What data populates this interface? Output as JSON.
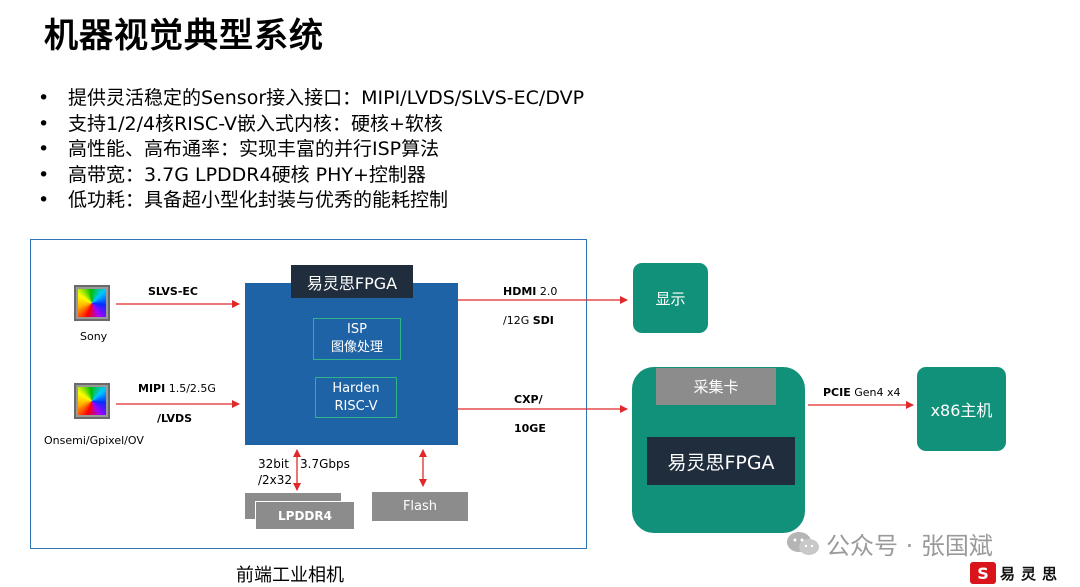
{
  "title": "机器视觉典型系统",
  "bullets": [
    "提供灵活稳定的Sensor接入接口：MIPI/LVDS/SLVS-EC/DVP",
    "支持1/2/4核RISC-V嵌入式内核：硬核+软核",
    "高性能、高布通率：实现丰富的并行ISP算法",
    "高带宽：3.7G LPDDR4硬核 PHY+控制器",
    "低功耗：具备超小型化封装与优秀的能耗控制"
  ],
  "diagram": {
    "sensor1_label": "Sony",
    "sensor2_label": "Onsemi/Gpixel/OV",
    "link1_label": "SLVS-EC",
    "link2_bold": "MIPI",
    "link2_rest": " 1.5/2.5G",
    "link2_line2": "/LVDS",
    "fpga_tag": "易灵思FPGA",
    "isp_line1": "ISP",
    "isp_line2": "图像处理",
    "riscv_line1": "Harden",
    "riscv_line2": "RISC-V",
    "mem_width_line1": "32bit",
    "mem_width_line2": "/2x32",
    "mem_speed": "3.7Gbps",
    "lpddr4": "LPDDR4",
    "flash": "Flash",
    "hdmi_bold": "HDMI",
    "hdmi_rest": " 2.0",
    "sdi_prefix": "/12G ",
    "sdi_bold": "SDI",
    "display": "显示",
    "cxp_line1": "CXP/",
    "cxp_line2": "10GE",
    "capture_card": "采集卡",
    "capture_fpga": "易灵思FPGA",
    "pcie_bold": "PCIE",
    "pcie_rest": " Gen4 x4",
    "host": "x86主机",
    "caption": "前端工业相机"
  },
  "watermark": "公众号 · 张国斌",
  "brand": {
    "mark": "S",
    "text": "易灵思"
  },
  "colors": {
    "fpga_blue": "#1e63a6",
    "fpga_dark": "#1f2d3d",
    "green": "#12917a",
    "arrow_red": "#e0292b",
    "frame_blue": "#2e75b6",
    "grey": "#8c8c8c"
  }
}
